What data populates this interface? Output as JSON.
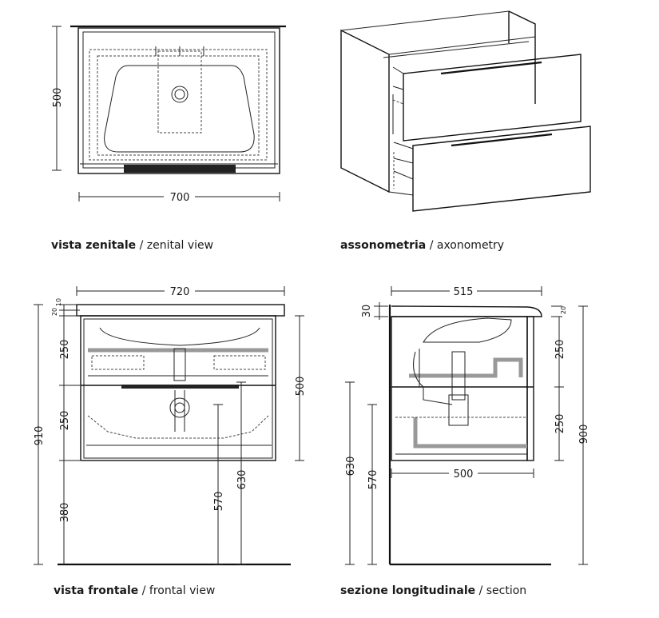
{
  "views": {
    "zenital": {
      "caption_bold": "vista zenitale",
      "caption_rest": " / zenital view",
      "dims": {
        "depth": "500",
        "width": "700"
      }
    },
    "axonometry": {
      "caption_bold": "assonometria",
      "caption_rest": " / axonometry"
    },
    "frontal": {
      "caption_bold": "vista frontale",
      "caption_rest": " / frontal view",
      "dims": {
        "width": "720",
        "top_20": "20",
        "top_10": "10",
        "drawer1": "250",
        "drawer2": "250",
        "floor_gap": "380",
        "total": "910",
        "body": "500",
        "h570": "570",
        "h630": "630"
      }
    },
    "section": {
      "caption_bold": "sezione longitudinale",
      "caption_rest": " / section",
      "dims": {
        "depth_top": "515",
        "top_30": "30",
        "top_20": "20",
        "drawer1": "250",
        "drawer2": "250",
        "total": "900",
        "depth_inner": "500",
        "h630": "630",
        "h570": "570"
      }
    }
  }
}
